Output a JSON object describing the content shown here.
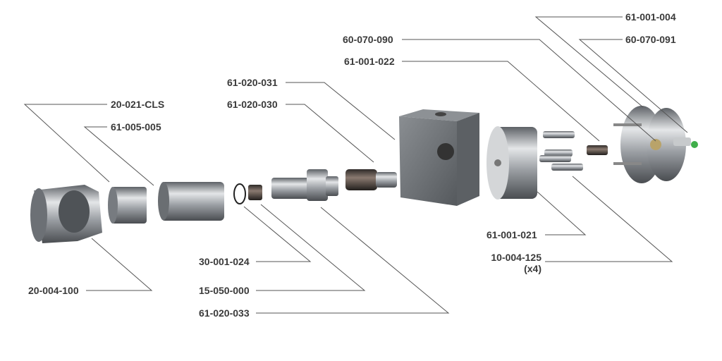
{
  "parts": [
    {
      "id": "p1",
      "label": "61-001-004"
    },
    {
      "id": "p2",
      "label": "60-070-090"
    },
    {
      "id": "p3",
      "label": "60-070-091"
    },
    {
      "id": "p4",
      "label": "61-001-022"
    },
    {
      "id": "p5",
      "label": "61-020-031"
    },
    {
      "id": "p6",
      "label": "61-020-030"
    },
    {
      "id": "p7",
      "label": "20-021-CLS"
    },
    {
      "id": "p8",
      "label": "61-005-005"
    },
    {
      "id": "p9",
      "label": "61-001-021"
    },
    {
      "id": "p10",
      "label": "10-004-125",
      "qty": "(x4)"
    },
    {
      "id": "p11",
      "label": "30-001-024"
    },
    {
      "id": "p12",
      "label": "20-004-100"
    },
    {
      "id": "p13",
      "label": "15-050-000"
    },
    {
      "id": "p14",
      "label": "61-020-033"
    }
  ],
  "colors": {
    "leader": "#555555",
    "label": "#3a3a3a",
    "metal": "#9a9ea3",
    "block": "#6e7276",
    "brass": "#6b5a4e"
  }
}
